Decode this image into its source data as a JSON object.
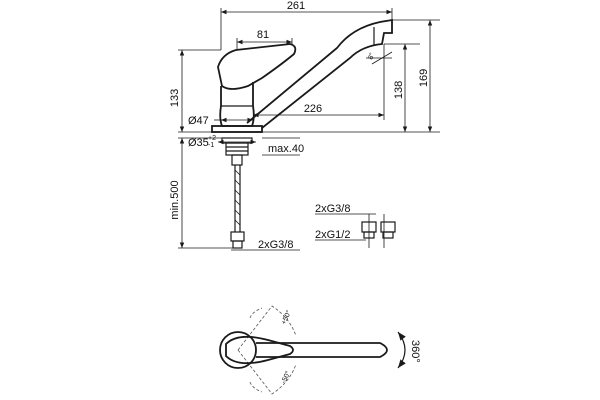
{
  "dimensions": {
    "spout_reach": "261",
    "lever_length": "81",
    "spout_angle": "8°",
    "body_height": "133",
    "outlet_height": "138",
    "total_height": "169",
    "spout_length": "226",
    "body_diameter": "Ø47",
    "hole_diameter": "Ø35",
    "hole_tolerance_plus": "+2",
    "hole_tolerance_minus": "-1",
    "max_deck": "max.40",
    "hose_length": "min.500",
    "hose_thread": "2xG3/8",
    "adapter_thread_a": "2xG3/8",
    "adapter_thread_b": "2xG1/2",
    "lever_angle_pos": "+50°",
    "lever_angle_neg": "-50°",
    "swivel_angle": "360°"
  }
}
